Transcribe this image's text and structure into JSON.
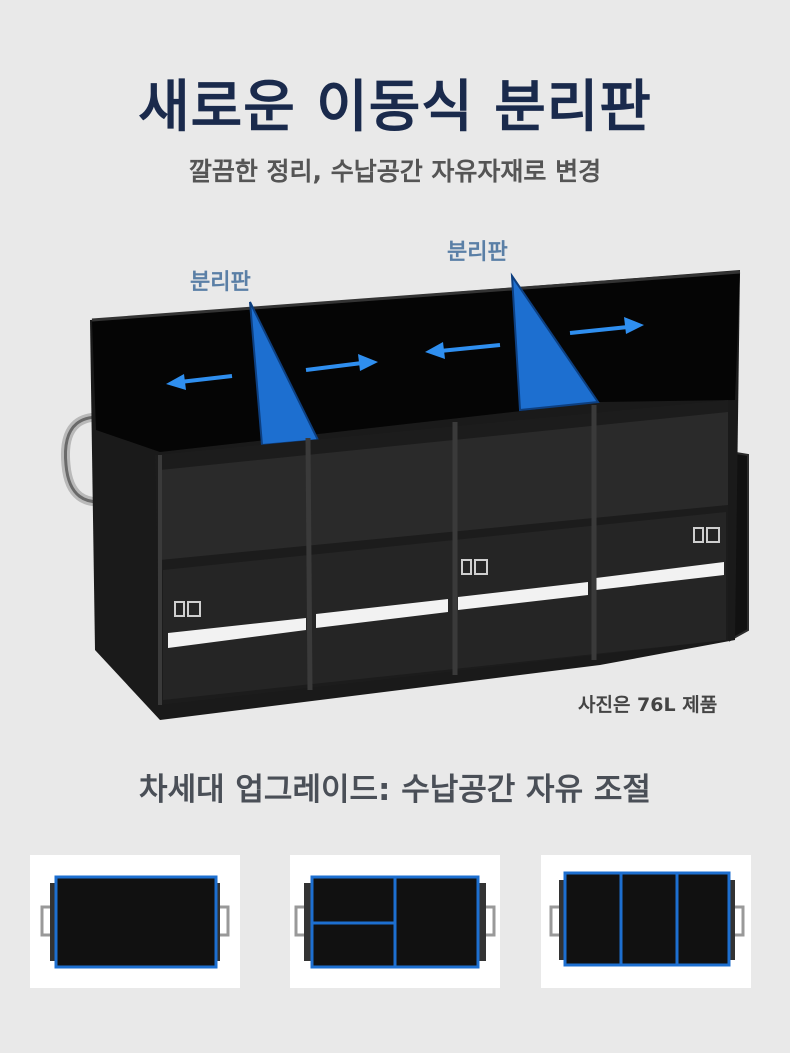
{
  "title": "새로운 이동식 분리판",
  "subtitle": "깔끔한 정리, 수납공간 자유자재로 변경",
  "hero": {
    "divider_label_left": "분리판",
    "divider_label_right": "분리판",
    "caption": "사진은 76L 제품",
    "colors": {
      "divider": "#1d6fd0",
      "arrow": "#2f8ff0",
      "body": "#1a1a1a",
      "reflective": "#f2f2f2"
    }
  },
  "section_heading": "차세대 업그레이드: 수납공간 자유 조절",
  "layouts": [
    {
      "name": "layout-single",
      "compartments": 1
    },
    {
      "name": "layout-three-mixed",
      "compartments": 3
    },
    {
      "name": "layout-three-columns",
      "compartments": 3
    }
  ]
}
